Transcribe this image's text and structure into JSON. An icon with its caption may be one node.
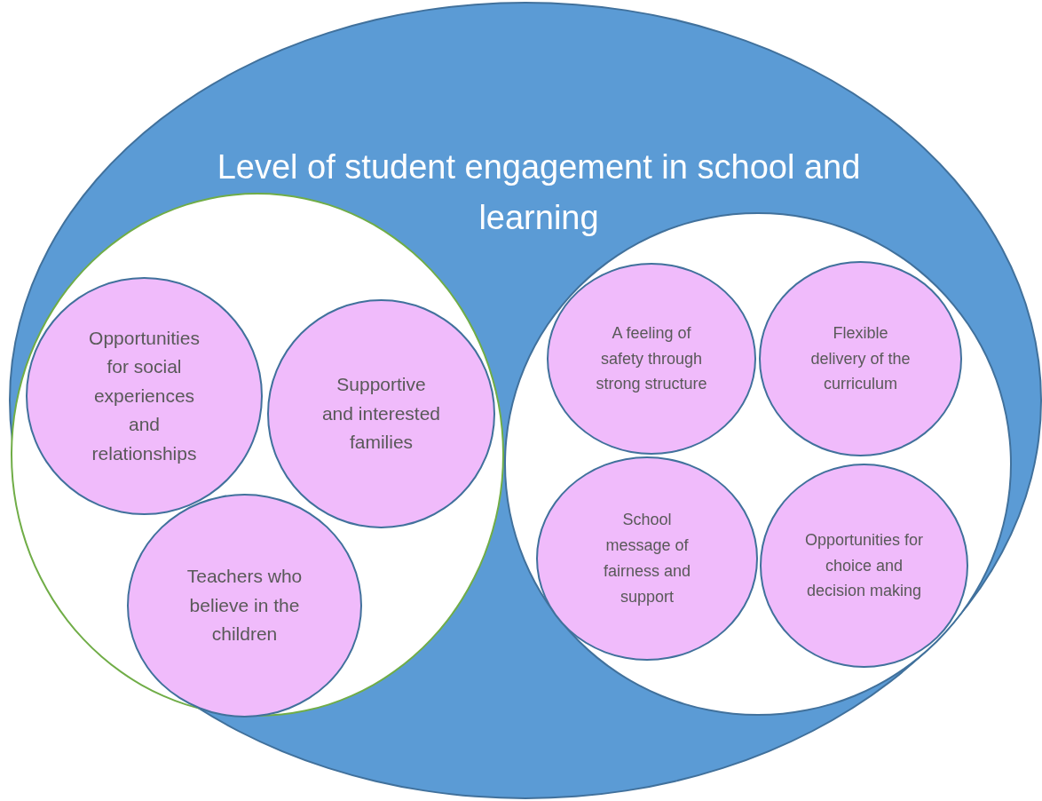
{
  "diagram": {
    "nodes": [
      {
        "text": [
          "Level of student engagement in school and learning"
        ]
      },
      {
        "text": [],
        "shape": "circle",
        "in": 0
      },
      {
        "text": [
          "Opportunities for social experiences and relationships"
        ],
        "in": 1
      },
      {
        "text": [
          "Supportive and interested families"
        ],
        "in": 1
      },
      {
        "text": [
          "Teachers who believe in the children"
        ],
        "in": 1
      },
      {
        "text": [],
        "shape": "circle",
        "in": 0
      },
      {
        "text": [
          "A feeling of safety through strong structure"
        ],
        "in": 5
      },
      {
        "text": [
          "Flexible delivery of the curriculum"
        ],
        "in": 5
      },
      {
        "text": [
          "School message of fairness and support"
        ],
        "in": 5
      },
      {
        "text": [
          "Opportunities for choice and decision making"
        ],
        "in": 5
      }
    ]
  }
}
